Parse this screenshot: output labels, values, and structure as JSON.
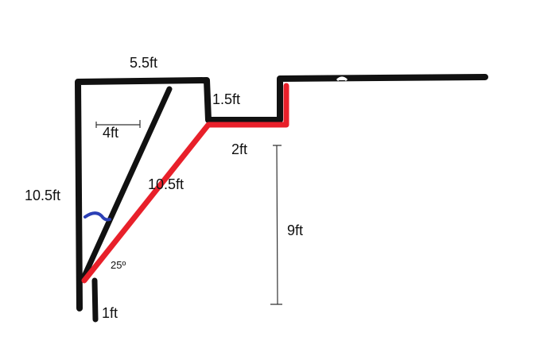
{
  "colors": {
    "outline": "#111111",
    "path": "#e8202a",
    "angle_mark": "#2b3fb5",
    "background": "#ffffff"
  },
  "labels": {
    "top_width": "5.5ft",
    "step_height": "1.5ft",
    "inner_width": "4ft",
    "left_height": "10.5ft",
    "diagonal_length": "10.5ft",
    "step_width": "2ft",
    "drop_height": "9ft",
    "angle": "25º",
    "bottom_extension": "1ft"
  }
}
